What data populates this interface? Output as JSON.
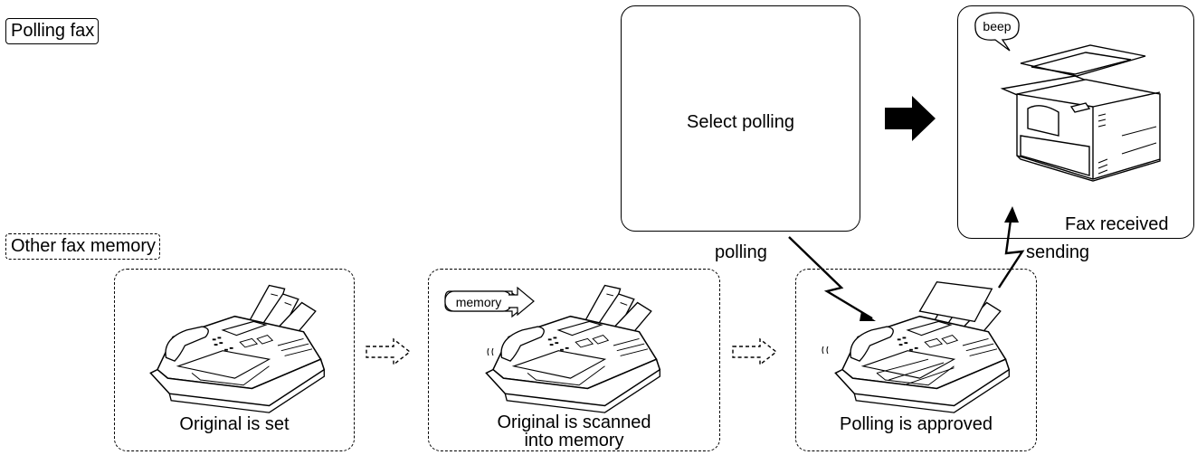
{
  "title_tag": "Polling fax",
  "other_tag": "Other fax memory",
  "select_box": {
    "text": "Select polling"
  },
  "receiver_box": {
    "caption": "Fax received",
    "bubble": "beep"
  },
  "panels": [
    {
      "caption": "Original is set"
    },
    {
      "caption_line1": "Original is scanned",
      "caption_line2": "into memory",
      "bubble": "memory"
    },
    {
      "caption": "Polling is approved"
    }
  ],
  "labels": {
    "polling": "polling",
    "sending": "sending"
  },
  "icons": {
    "big_arrow": "right-arrow-icon",
    "step_arrow": "dashed-right-arrow-icon",
    "fax": "fax-machine-icon",
    "copier": "multifunction-printer-icon",
    "signal": "lightning-signal-icon"
  }
}
